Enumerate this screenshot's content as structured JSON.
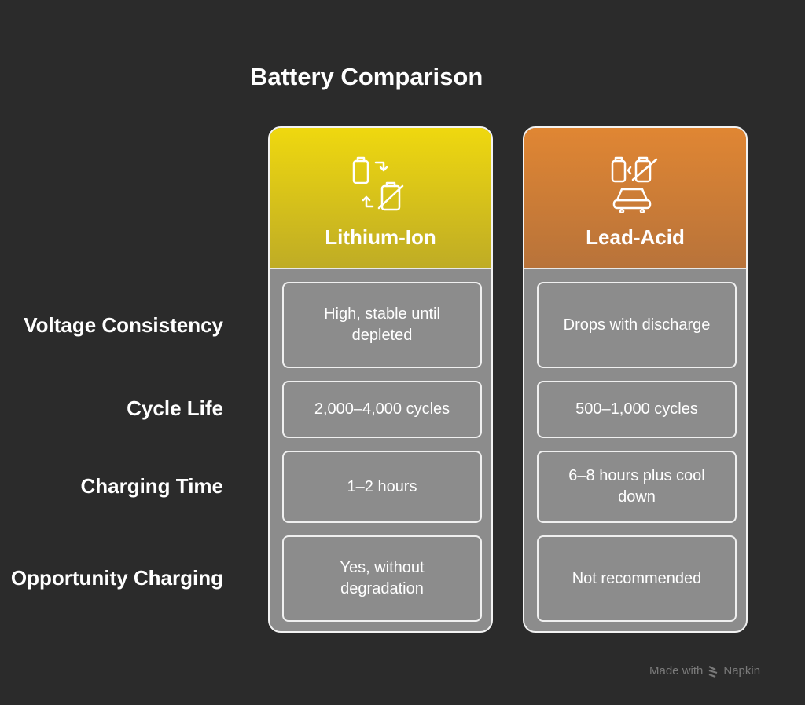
{
  "title": "Battery Comparison",
  "rows": [
    "Voltage Consistency",
    "Cycle Life",
    "Charging Time",
    "Opportunity Charging"
  ],
  "columns": [
    {
      "name": "Lithium-Ion",
      "icon": "battery-cycle-icon",
      "color": "#e6cf14",
      "values": [
        "High, stable until depleted",
        "2,000–4,000 cycles",
        "1–2 hours",
        "Yes, without degradation"
      ]
    },
    {
      "name": "Lead-Acid",
      "icon": "battery-car-icon",
      "color": "#d98034",
      "values": [
        "Drops with discharge",
        "500–1,000 cycles",
        "6–8 hours plus cool down",
        "Not recommended"
      ]
    }
  ],
  "footer": {
    "made_with": "Made with",
    "brand": "Napkin"
  }
}
